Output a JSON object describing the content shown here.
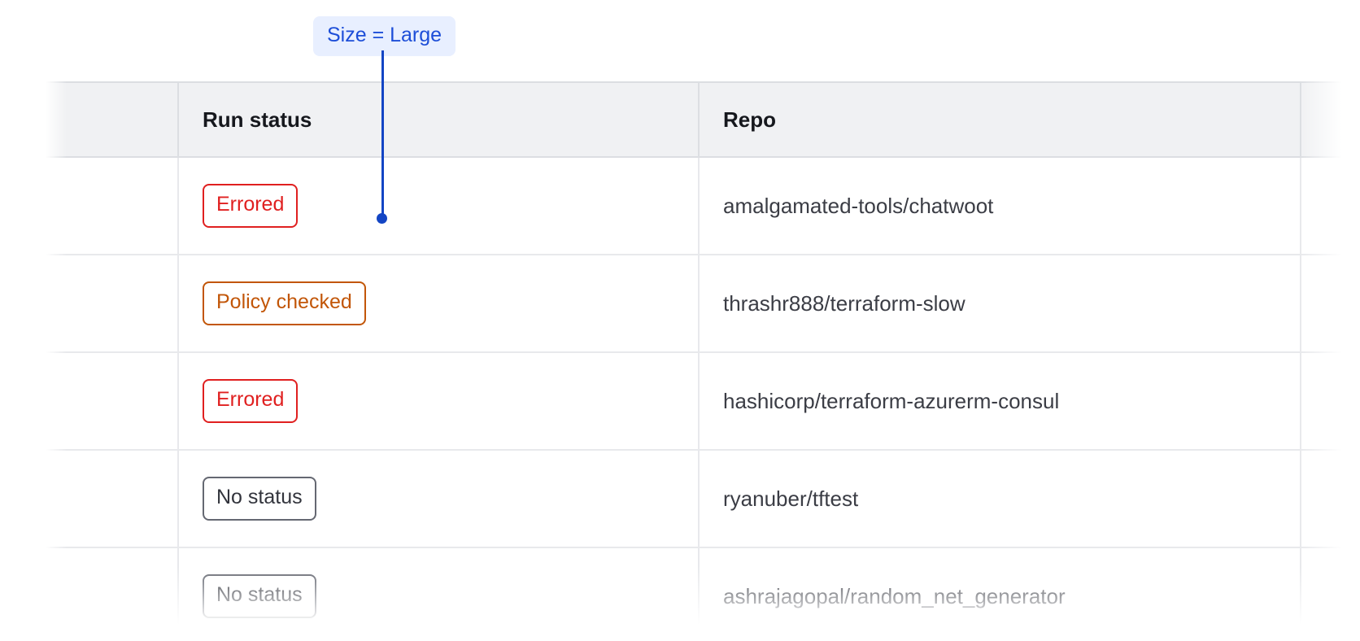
{
  "annotation": {
    "label": "Size = Large",
    "badge_bg": "#e8efff",
    "badge_text_color": "#1d4ed8",
    "connector_color": "#1345c4"
  },
  "table": {
    "columns": [
      {
        "key": "select",
        "header": ""
      },
      {
        "key": "status",
        "header": "Run status"
      },
      {
        "key": "repo",
        "header": "Repo"
      },
      {
        "key": "extra",
        "header": ""
      }
    ],
    "header_bg": "#f0f1f3",
    "rows": [
      {
        "status": "Errored",
        "status_variant": "errored",
        "repo": "amalgamated-tools/chatwoot"
      },
      {
        "status": "Policy checked",
        "status_variant": "policy",
        "repo": "thrashr888/terraform-slow"
      },
      {
        "status": "Errored",
        "status_variant": "errored",
        "repo": "hashicorp/terraform-azurerm-consul"
      },
      {
        "status": "No status",
        "status_variant": "none",
        "repo": "ryanuber/tftest"
      },
      {
        "status": "No status",
        "status_variant": "none",
        "repo": "ashrajagopal/random_net_generator"
      }
    ]
  },
  "status_colors": {
    "errored": "#e02020",
    "policy": "#c25608",
    "none": "#656872"
  }
}
